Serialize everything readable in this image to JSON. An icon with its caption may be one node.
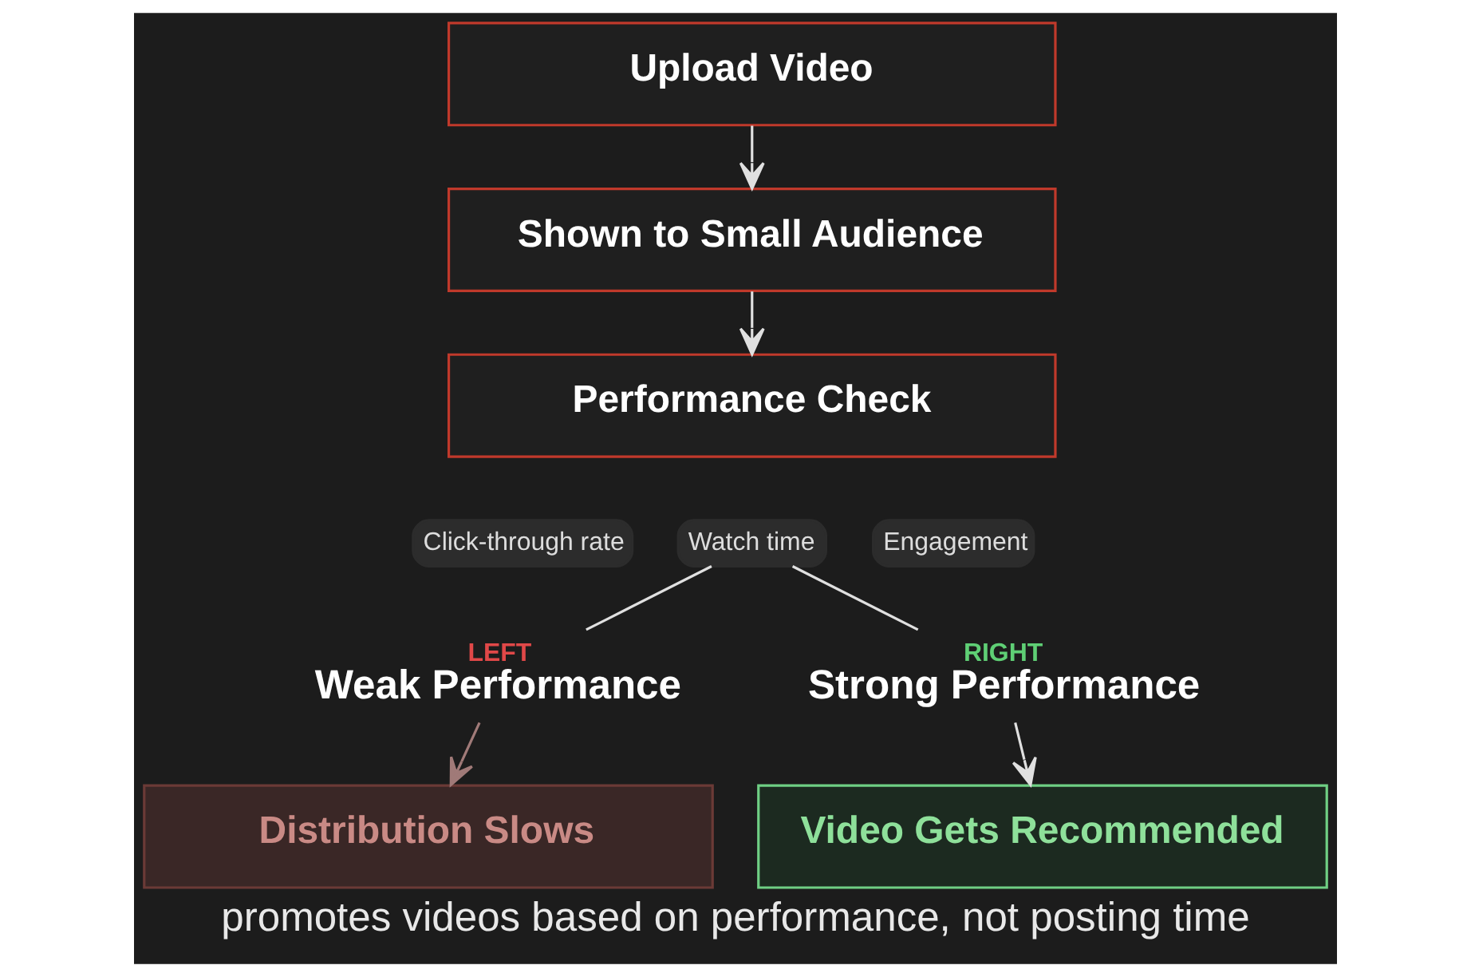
{
  "diagram": {
    "caption": "promotes videos based on performance, not posting time",
    "nodes": [
      {
        "text": [
          "Upload Video"
        ]
      },
      {
        "text": [
          "Shown to Small Audience"
        ]
      },
      {
        "text": [
          "Performance Check"
        ]
      },
      {
        "text": [
          "Click-through rate"
        ]
      },
      {
        "text": [
          "Watch time"
        ]
      },
      {
        "text": [
          "Engagement"
        ]
      },
      {
        "text": [
          "LEFT",
          "Weak Performance"
        ]
      },
      {
        "text": [
          "RIGHT",
          "Strong Performance"
        ]
      },
      {
        "text": [
          "Distribution Slows"
        ]
      },
      {
        "text": [
          "Video Gets Recommended"
        ]
      }
    ],
    "edges": [
      {
        "from": 0,
        "to": 1,
        "arrow": "to"
      },
      {
        "from": 1,
        "to": 2,
        "arrow": "to"
      },
      {
        "from": 4,
        "to": 6,
        "arrow": "none"
      },
      {
        "from": 4,
        "to": 7,
        "arrow": "none"
      },
      {
        "from": 6,
        "to": 8,
        "arrow": "to",
        "color": "#a07a78"
      },
      {
        "from": 7,
        "to": 9,
        "arrow": "to"
      }
    ]
  }
}
